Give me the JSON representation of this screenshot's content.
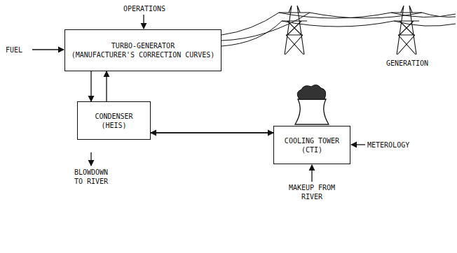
{
  "diagram": {
    "nodes": [
      {
        "text": [
          "TURBO-GENERATOR",
          "(MANUFACTURER'S CORRECTION CURVES)"
        ]
      },
      {
        "text": [
          "CONDENSER",
          "(HEIS)"
        ]
      },
      {
        "text": [
          "COOLING TOWER",
          "(CTI)"
        ]
      }
    ],
    "edges": [
      {
        "from": 0,
        "to": 1,
        "arrow": "to"
      },
      {
        "from": 1,
        "to": 0,
        "arrow": "to"
      },
      {
        "from": 2,
        "to": 1,
        "arrow": "to"
      },
      {
        "from": 1,
        "to": 2,
        "arrow": "to"
      }
    ],
    "labels": [
      "OPERATIONS",
      "FUEL",
      "GENERATION",
      "METEROLOGY",
      "BLOWDOWN TO RIVER",
      "MAKEUP FROM RIVER"
    ]
  }
}
